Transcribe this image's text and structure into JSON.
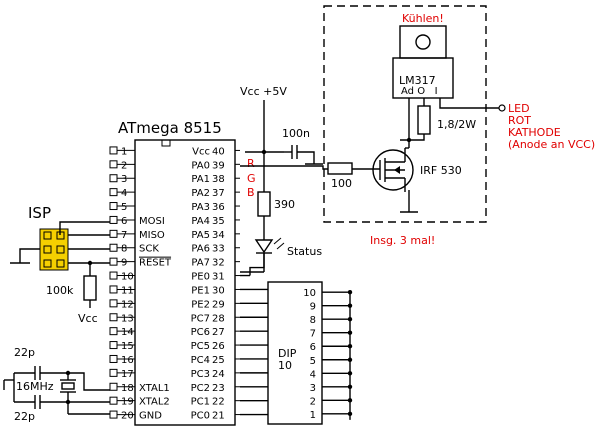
{
  "chip": {
    "title": "ATmega 8515",
    "left_pins": [
      {
        "num": "1",
        "name": ""
      },
      {
        "num": "2",
        "name": ""
      },
      {
        "num": "3",
        "name": ""
      },
      {
        "num": "4",
        "name": ""
      },
      {
        "num": "5",
        "name": ""
      },
      {
        "num": "6",
        "name": "MOSI"
      },
      {
        "num": "7",
        "name": "MISO"
      },
      {
        "num": "8",
        "name": "SCK"
      },
      {
        "num": "9",
        "name": "RESET"
      },
      {
        "num": "10",
        "name": ""
      },
      {
        "num": "11",
        "name": ""
      },
      {
        "num": "12",
        "name": ""
      },
      {
        "num": "13",
        "name": ""
      },
      {
        "num": "14",
        "name": ""
      },
      {
        "num": "15",
        "name": ""
      },
      {
        "num": "16",
        "name": ""
      },
      {
        "num": "17",
        "name": ""
      },
      {
        "num": "18",
        "name": "XTAL1"
      },
      {
        "num": "19",
        "name": "XTAL2"
      },
      {
        "num": "20",
        "name": "GND"
      }
    ],
    "right_pins": [
      {
        "name": "Vcc",
        "num": "40"
      },
      {
        "name": "PA0",
        "num": "39"
      },
      {
        "name": "PA1",
        "num": "38"
      },
      {
        "name": "PA2",
        "num": "37"
      },
      {
        "name": "PA3",
        "num": "36"
      },
      {
        "name": "PA4",
        "num": "35"
      },
      {
        "name": "PA5",
        "num": "34"
      },
      {
        "name": "PA6",
        "num": "33"
      },
      {
        "name": "PA7",
        "num": "32"
      },
      {
        "name": "PE0",
        "num": "31"
      },
      {
        "name": "PE1",
        "num": "30"
      },
      {
        "name": "PE2",
        "num": "29"
      },
      {
        "name": "PC7",
        "num": "28"
      },
      {
        "name": "PC6",
        "num": "27"
      },
      {
        "name": "PC5",
        "num": "26"
      },
      {
        "name": "PC4",
        "num": "25"
      },
      {
        "name": "PC3",
        "num": "24"
      },
      {
        "name": "PC2",
        "num": "23"
      },
      {
        "name": "PC1",
        "num": "22"
      },
      {
        "name": "PC0",
        "num": "21"
      }
    ]
  },
  "labels": {
    "isp": "ISP",
    "vcc_supply": "Vcc +5V",
    "cap_100n": "100n",
    "res_390": "390",
    "status": "Status",
    "res_100k": "100k",
    "vcc_bottom": "Vcc",
    "cap_22p_top": "22p",
    "cap_22p_bottom": "22p",
    "crystal": "16MHz",
    "rgb_r": "R",
    "rgb_g": "G",
    "rgb_b": "B",
    "res_100": "100",
    "mosfet": "IRF 530",
    "regulator": "LM317",
    "reg_pins": "Ad O   I",
    "kuehlen": "Kühlen!",
    "res_18": "1,8/2W",
    "led_line1": "LED",
    "led_line2": "ROT",
    "led_line3": "KATHODE",
    "led_line4": "(Anode an VCC)",
    "insg": "Insg. 3 mal!",
    "dip_line1": "DIP",
    "dip_line2": "10"
  },
  "dip": {
    "numbers": [
      "10",
      "9",
      "8",
      "7",
      "6",
      "5",
      "4",
      "3",
      "2",
      "1"
    ]
  },
  "colors": {
    "wire": "#000000",
    "annotation": "#e00000",
    "isp_header": "#f5d000"
  }
}
